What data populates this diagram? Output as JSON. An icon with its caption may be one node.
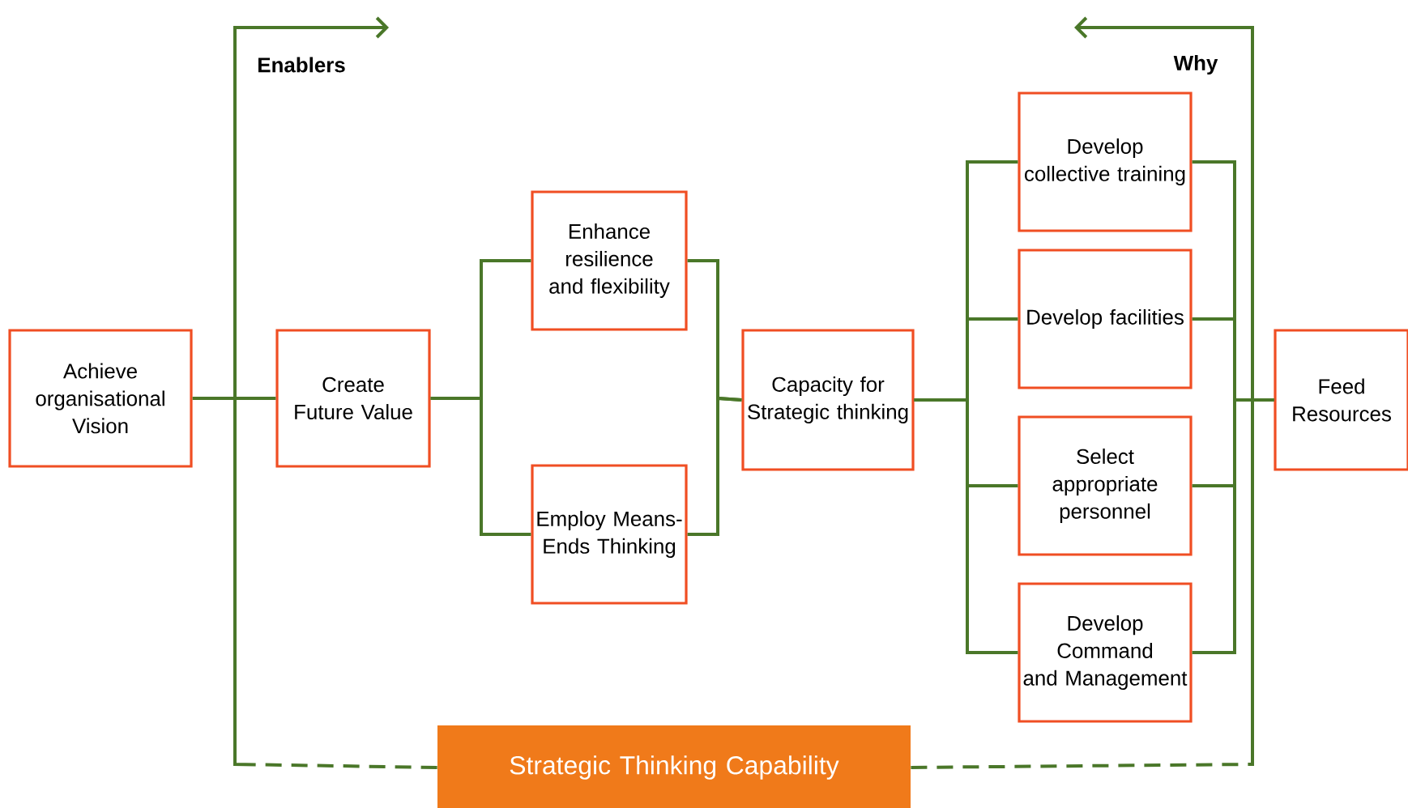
{
  "diagram": {
    "nodes": [
      {
        "text": [
          "Achieve organisational Vision"
        ]
      },
      {
        "text": [
          "Create Future Value"
        ]
      },
      {
        "text": [
          "Enhance resilience and flexibility"
        ]
      },
      {
        "text": [
          "Employ Means-Ends Thinking"
        ]
      },
      {
        "text": [
          "Capacity for Strategic thinking"
        ]
      },
      {
        "text": [
          "Develop collective training"
        ]
      },
      {
        "text": [
          "Develop facilities"
        ]
      },
      {
        "text": [
          "Select appropriate personnel"
        ]
      },
      {
        "text": [
          "Develop Command and Management"
        ]
      },
      {
        "text": [
          "Feed Resources"
        ]
      },
      {
        "text": [
          "Strategic Thinking Capability"
        ]
      }
    ],
    "edges": [
      {
        "from": 0,
        "to": 1,
        "arrow": "none"
      },
      {
        "from": 1,
        "to": 2,
        "arrow": "none"
      },
      {
        "from": 1,
        "to": 3,
        "arrow": "none"
      },
      {
        "from": 2,
        "to": 4,
        "arrow": "none"
      },
      {
        "from": 3,
        "to": 4,
        "arrow": "none"
      },
      {
        "from": 4,
        "to": 5,
        "arrow": "none"
      },
      {
        "from": 4,
        "to": 6,
        "arrow": "none"
      },
      {
        "from": 4,
        "to": 7,
        "arrow": "none"
      },
      {
        "from": 4,
        "to": 8,
        "arrow": "none"
      },
      {
        "from": 5,
        "to": 9,
        "arrow": "none"
      },
      {
        "from": 6,
        "to": 9,
        "arrow": "none"
      },
      {
        "from": 7,
        "to": 9,
        "arrow": "none"
      },
      {
        "from": 8,
        "to": 9,
        "arrow": "none"
      },
      {
        "from": 10,
        "to": null,
        "arrow": "to",
        "label": "Enablers",
        "style": "dashed"
      },
      {
        "from": 10,
        "to": null,
        "arrow": "to",
        "label": "Why",
        "style": "dashed"
      }
    ]
  }
}
